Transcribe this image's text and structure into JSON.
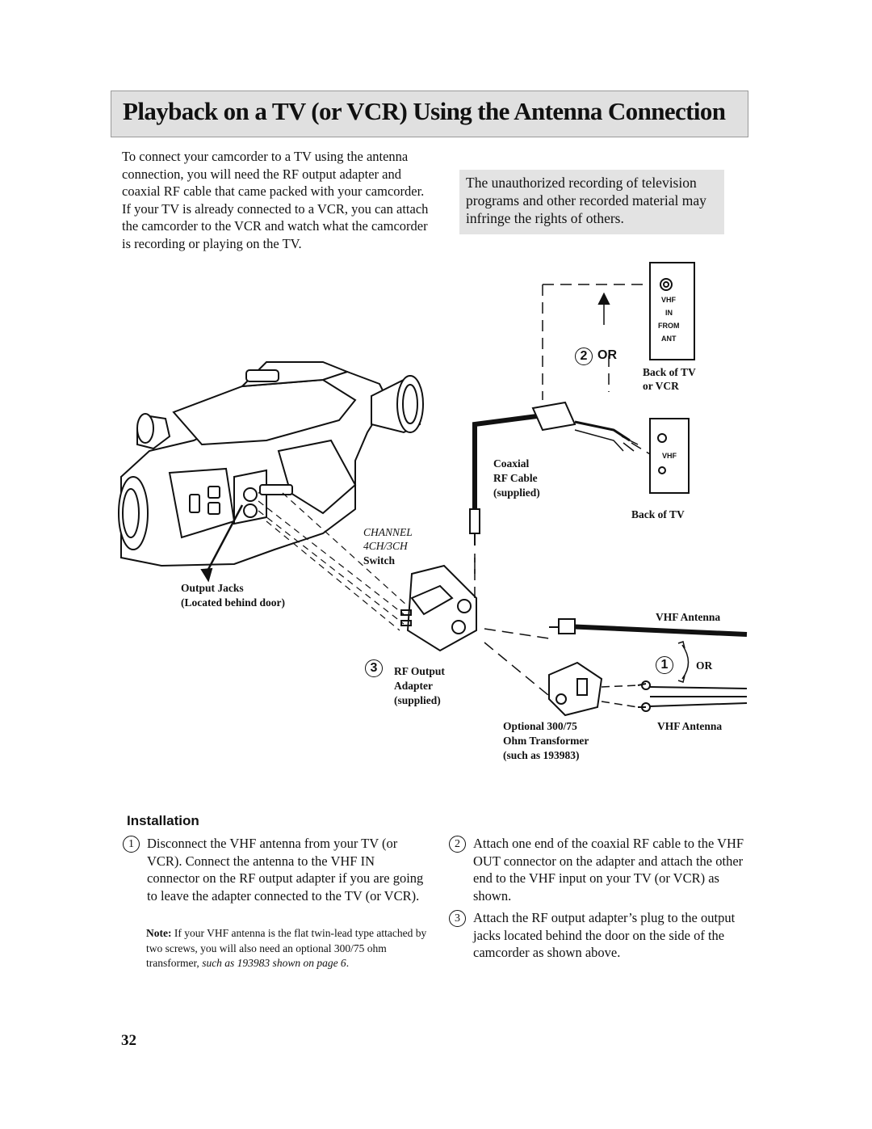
{
  "page": {
    "title": "Playback on a TV (or VCR) Using the Antenna Connection",
    "intro": "To connect your camcorder to a TV using the antenna connection, you will need the RF output adapter and coaxial RF cable that came packed with your camcorder.  If your TV is already connected to a VCR, you can attach the camcorder to the VCR and watch what the camcorder is recording or playing on the TV.",
    "notice": "The unauthorized recording of television programs and other recorded material may infringe the rights of others.",
    "page_number": "32"
  },
  "diagram": {
    "jack_top": [
      "VHF",
      "IN",
      "FROM",
      "ANT"
    ],
    "jack_bottom": "VHF",
    "back_tv_vcr": [
      "Back of TV",
      "or VCR"
    ],
    "back_tv": "Back of TV",
    "coaxial": [
      "Coaxial",
      "RF Cable",
      "(supplied)"
    ],
    "channel": [
      "CHANNEL",
      "4CH/3CH",
      "Switch"
    ],
    "output_jacks": [
      "Output Jacks",
      "(Located behind door)"
    ],
    "rf_output": [
      "RF Output",
      "Adapter",
      "(supplied)"
    ],
    "vhf_antenna_top": "VHF Antenna",
    "vhf_antenna_bottom": "VHF Antenna",
    "transformer": [
      "Optional 300/75",
      "Ohm Transformer",
      "(such as 193983)"
    ],
    "step2": "2",
    "step1": "1",
    "step3": "3",
    "or_label": "OR"
  },
  "installation": {
    "heading": "Installation",
    "step1_num": "1",
    "step1": "Disconnect the VHF antenna from your TV (or VCR). Connect the antenna to the VHF IN connector on the RF output adapter if you are going to leave the adapter connected to the TV (or VCR).",
    "note_label": "Note:",
    "note_text": "If your VHF antenna is the flat twin-lead type attached by two screws, you will also need an optional 300/75 ohm transformer,",
    "note_italic": "such as 193983 shown on page 6",
    "step2_num": "2",
    "step2": "Attach one end of the coaxial RF cable to the VHF OUT connector on the adapter and attach the other end to the VHF input on your TV (or VCR) as shown.",
    "step3_num": "3",
    "step3": "Attach the RF output adapter’s plug to the output jacks located behind the door on the side of the camcorder as shown above."
  }
}
